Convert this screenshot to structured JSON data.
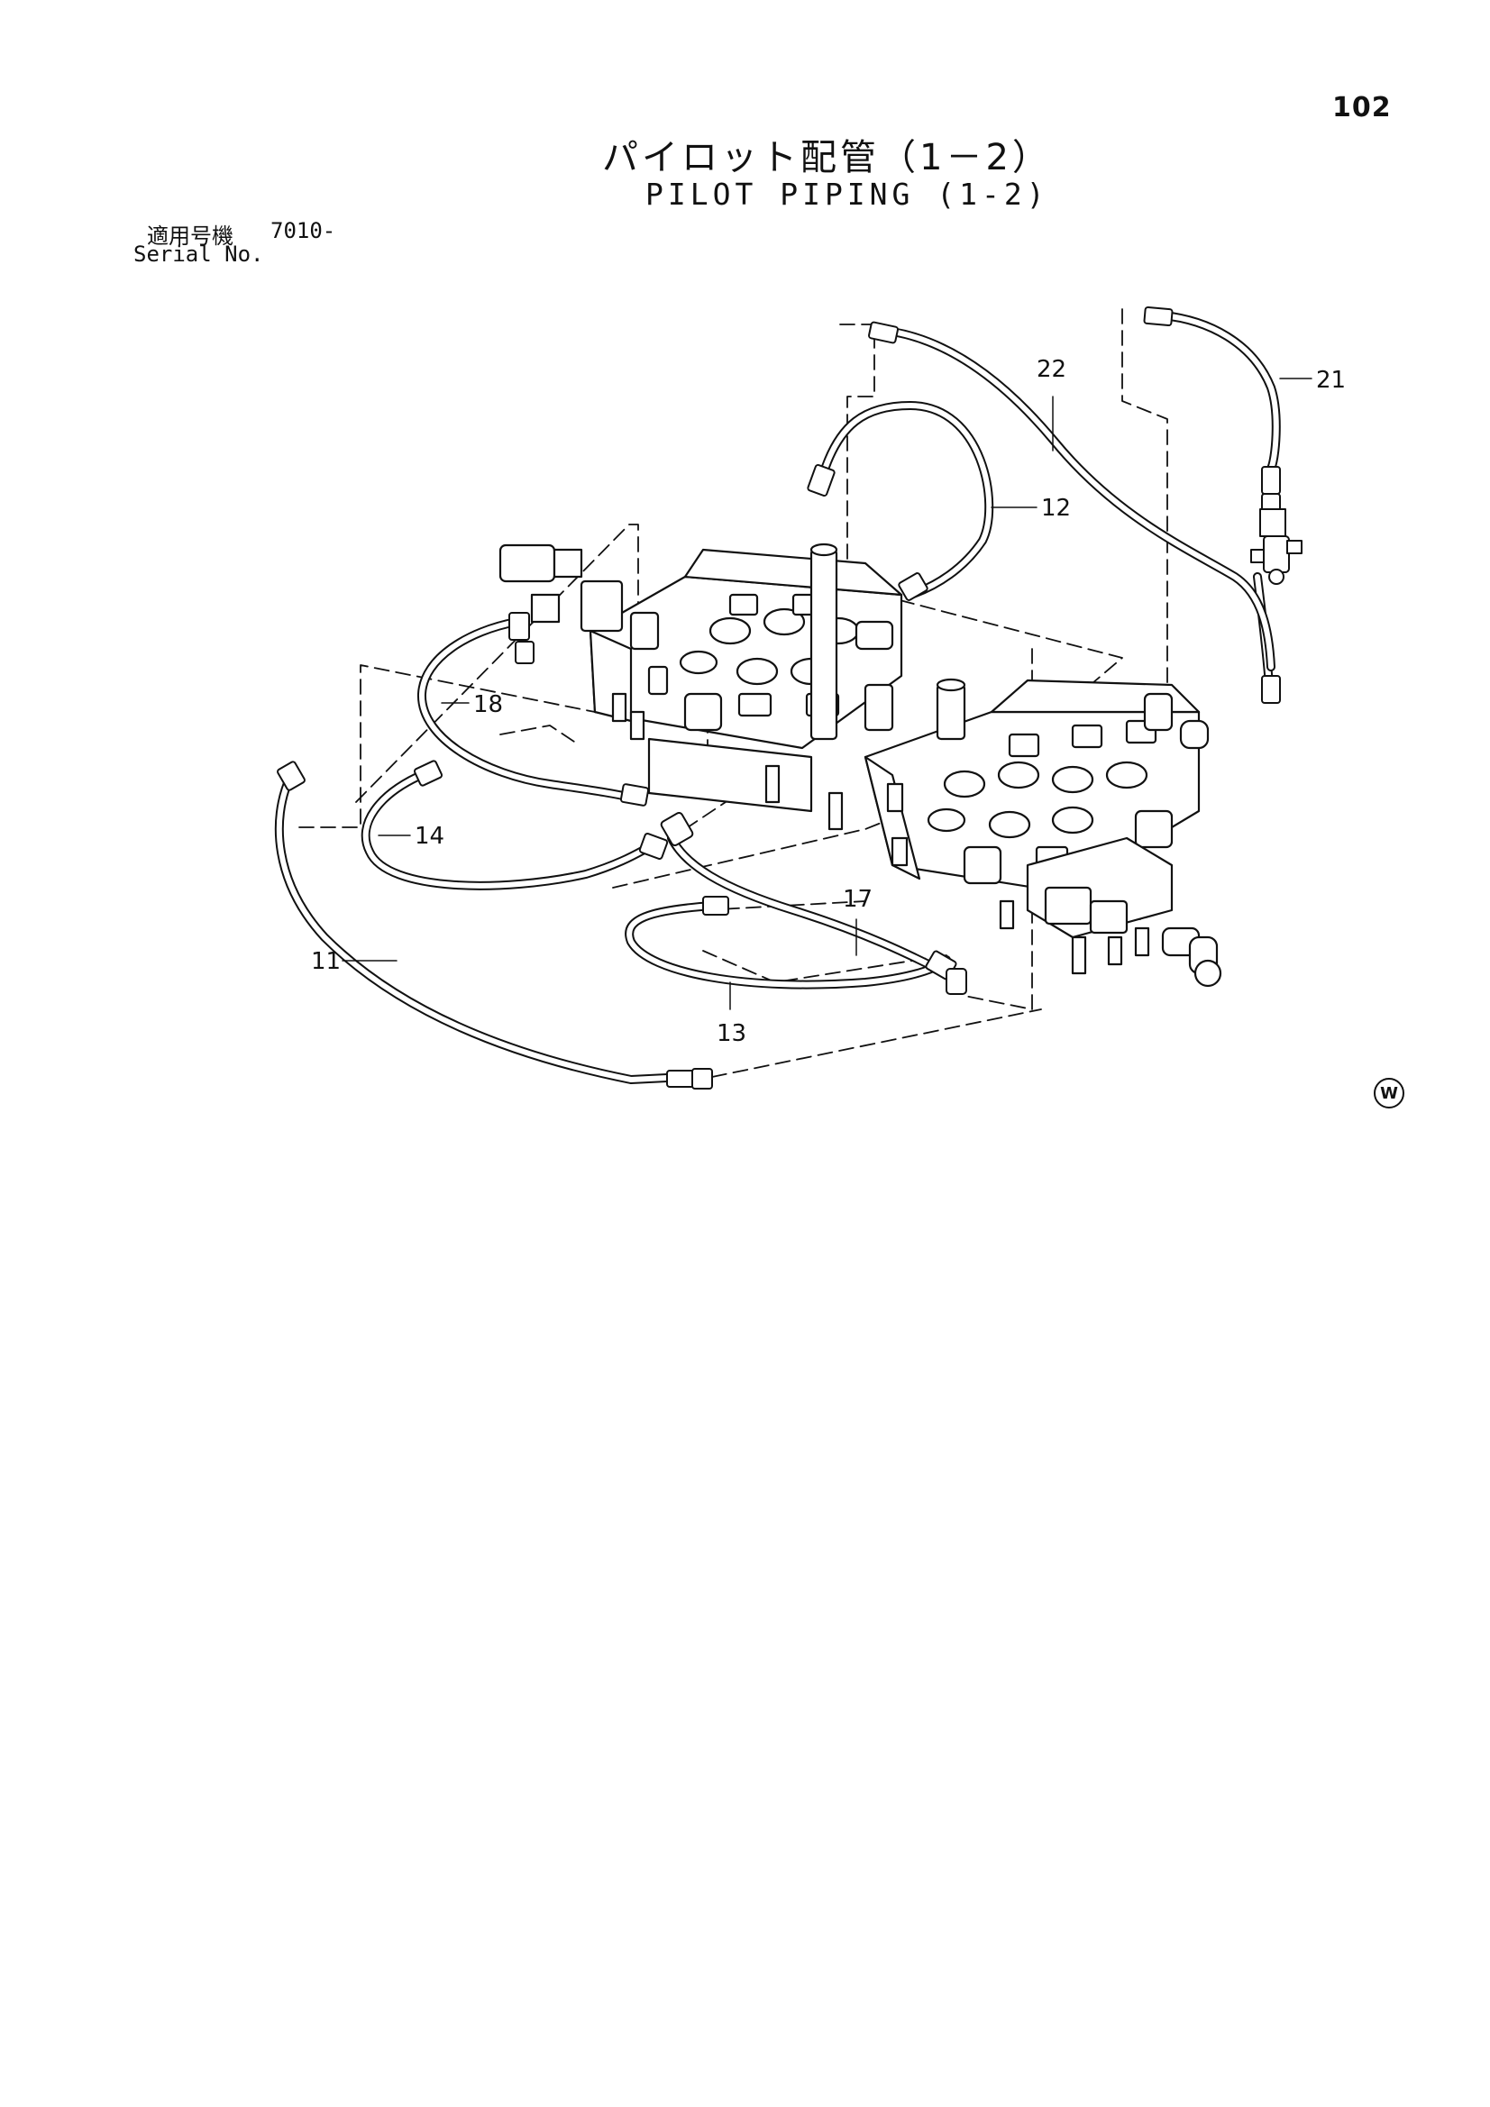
{
  "page_number": "102",
  "title_ja": "パイロット配管（1－2）",
  "title_en": "PILOT PIPING (1-2)",
  "serial": {
    "label_ja": "適用号機",
    "label_en": "Serial No.",
    "value": "7010-"
  },
  "variant_mark": "W",
  "callouts": [
    "11",
    "12",
    "13",
    "14",
    "17",
    "18",
    "21",
    "22"
  ]
}
